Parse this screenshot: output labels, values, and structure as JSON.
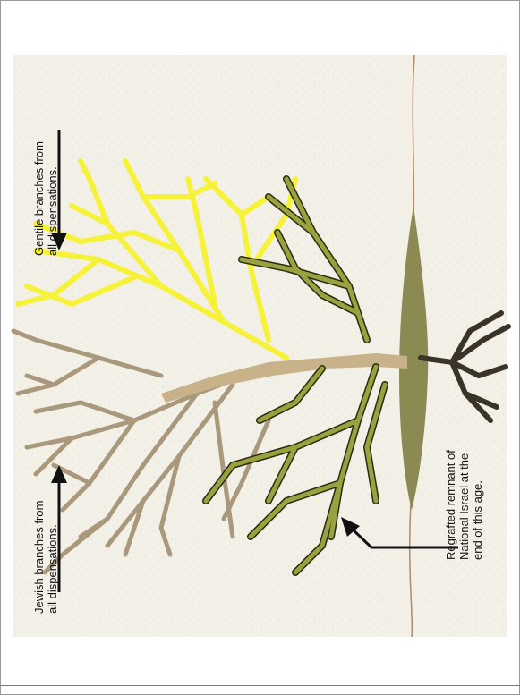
{
  "labels": {
    "gentile": {
      "line1": "Gentile branches from",
      "line2": "all dispensations."
    },
    "jewish": {
      "line1": "Jewish branches from",
      "line2": "all dispensations."
    },
    "regrafted": {
      "line1": "Regrafted remnant of",
      "line2": "National Israel at the",
      "line3": "end of this age."
    }
  },
  "colors": {
    "background": "#f2efe6",
    "gentile_branches": "#f6f23a",
    "gentile_outline": "#d8d020",
    "jewish_branches": "#a9987c",
    "trunk": "#c8b28a",
    "regrafted_branches": "#9aa240",
    "regrafted_outline": "#2a2a10",
    "roots": "#3a3328",
    "ground_mound": "#8b8a52",
    "ground_line": "#b08a6a",
    "arrow": "#111111"
  }
}
